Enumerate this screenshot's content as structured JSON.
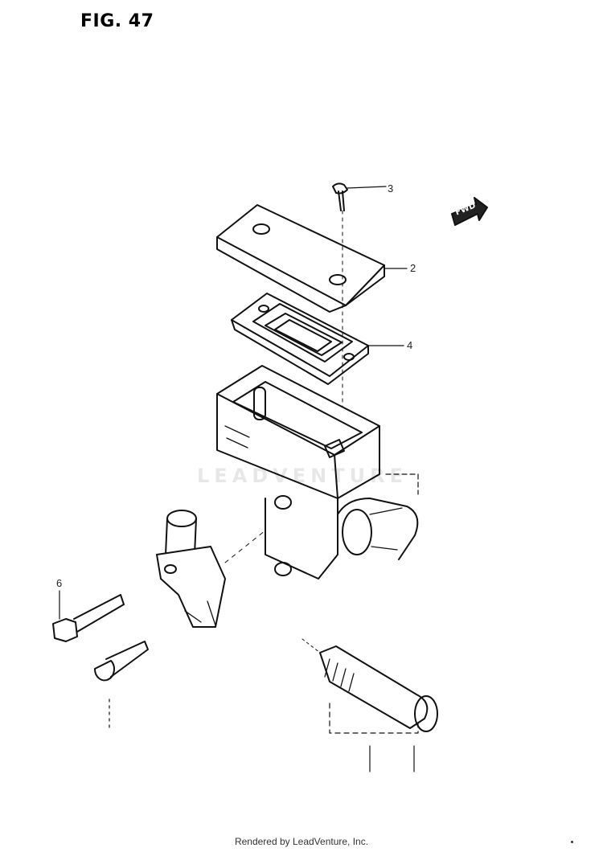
{
  "figure": {
    "title": "FIG. 47"
  },
  "callouts": [
    {
      "id": "3",
      "label": "3"
    },
    {
      "id": "2",
      "label": "2"
    },
    {
      "id": "4",
      "label": "4"
    },
    {
      "id": "6",
      "label": "6"
    }
  ],
  "direction_marker": {
    "label": "FWD"
  },
  "watermark": {
    "text": "LEADVENTURE"
  },
  "footer": {
    "text": "Rendered by LeadVenture, Inc."
  },
  "colors": {
    "line": "#111111",
    "background": "#ffffff"
  }
}
